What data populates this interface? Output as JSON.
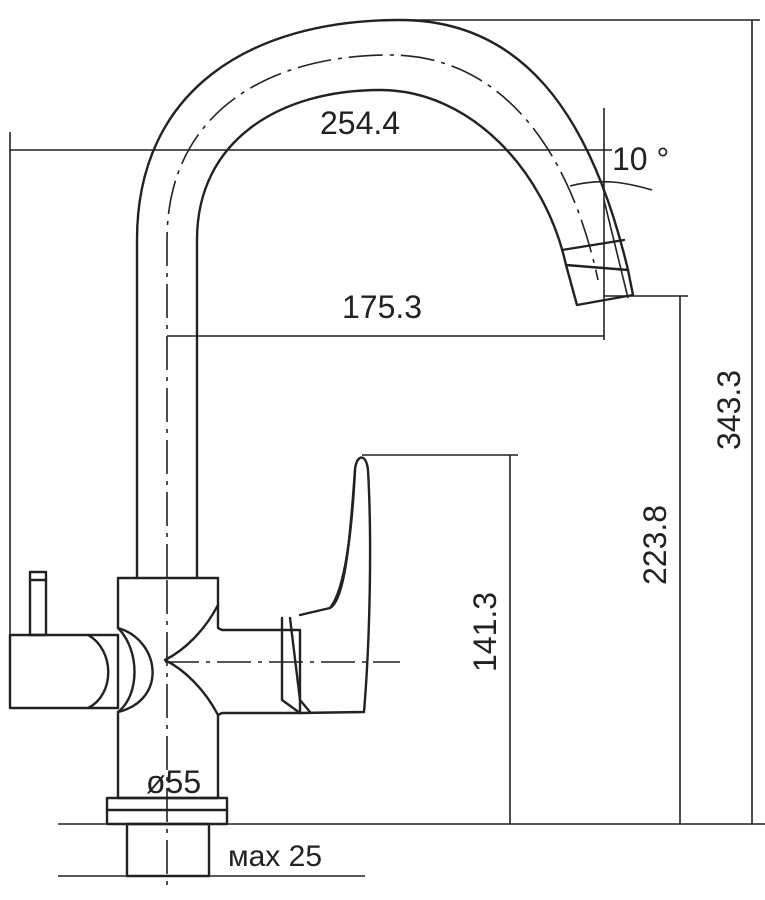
{
  "dimensions": {
    "spout_reach_total": "254.4",
    "spout_reach": "175.3",
    "spout_angle": "10 °",
    "total_height": "343.3",
    "spout_outlet_height": "223.8",
    "lever_height": "141.3",
    "base_diameter": "ø55",
    "mount_thickness": "мах 25"
  }
}
